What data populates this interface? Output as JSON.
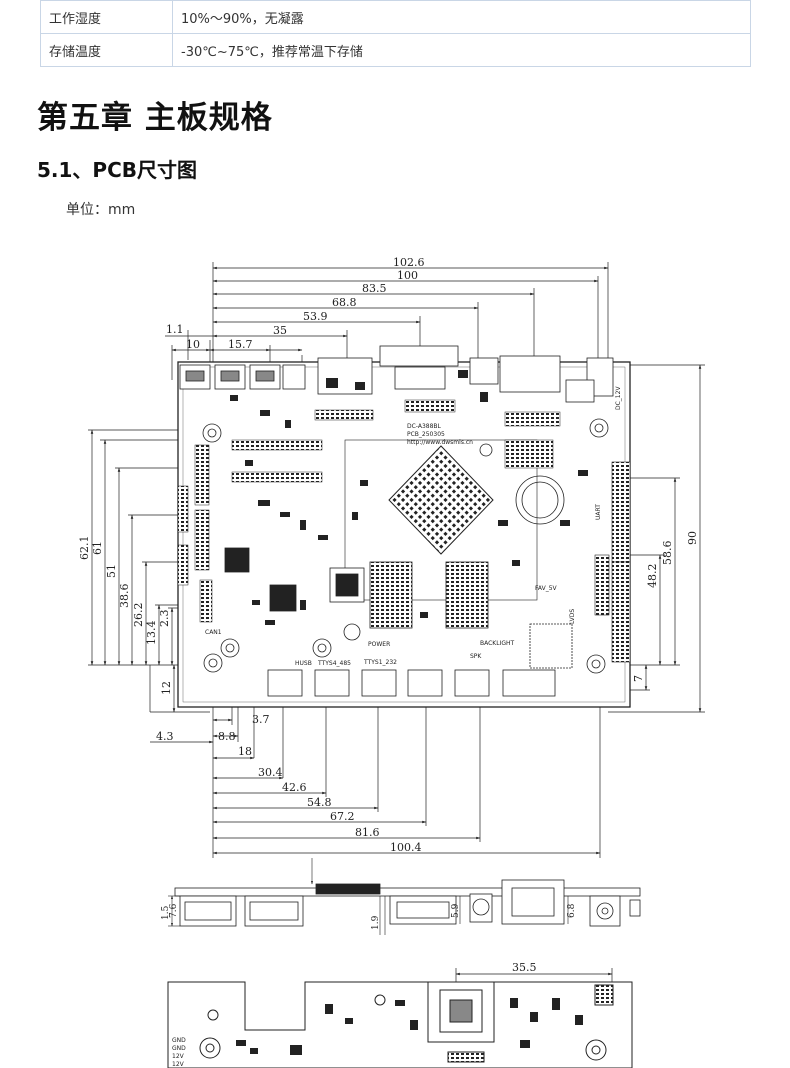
{
  "table": {
    "rows": [
      {
        "label": "工作湿度",
        "value": "10%～90%，无凝露"
      },
      {
        "label": "存储温度",
        "value": "-30℃~75℃，推荐常温下存储"
      }
    ]
  },
  "chapter_title": "第五章 主板规格",
  "section_title": "5.1、PCB尺寸图",
  "unit_label": "单位：mm",
  "drawing": {
    "top_dims": [
      "102.6",
      "100",
      "83.5",
      "68.8",
      "53.9",
      "35",
      "1.1",
      "10",
      "15.7"
    ],
    "left_dims": [
      "62.1",
      "61",
      "51",
      "38.6",
      "26.2",
      "13.4",
      "2.3",
      "12"
    ],
    "right_dims": [
      "90",
      "58.6",
      "48.2",
      "7"
    ],
    "bottom_dims": [
      "3.7",
      "4.3",
      "8.8",
      "18",
      "30.4",
      "42.6",
      "54.8",
      "67.2",
      "81.6",
      "100.4"
    ],
    "side_dims": [
      "1.5",
      "7.6",
      "1.9",
      "5.9",
      "6.8"
    ],
    "rear_dims": [
      "35.5"
    ],
    "board_labels": {
      "model": "DC-A388BL",
      "date": "PCB_250305",
      "url": "http://www.dwsmls.cn",
      "power": "POWER",
      "backlight": "BACKLIGHT",
      "spk": "SPK",
      "ttys4": "TTYS4_485",
      "ttys1": "TTYS1_232",
      "hub": "HUSB",
      "can": "CAN1",
      "dc": "DC_12V",
      "fav": "FAV_5V",
      "uart": "UART",
      "led": "LVDS",
      "gnd1": "GND",
      "gnd2": "GND",
      "v12": "12V",
      "v12b": "12V"
    }
  }
}
